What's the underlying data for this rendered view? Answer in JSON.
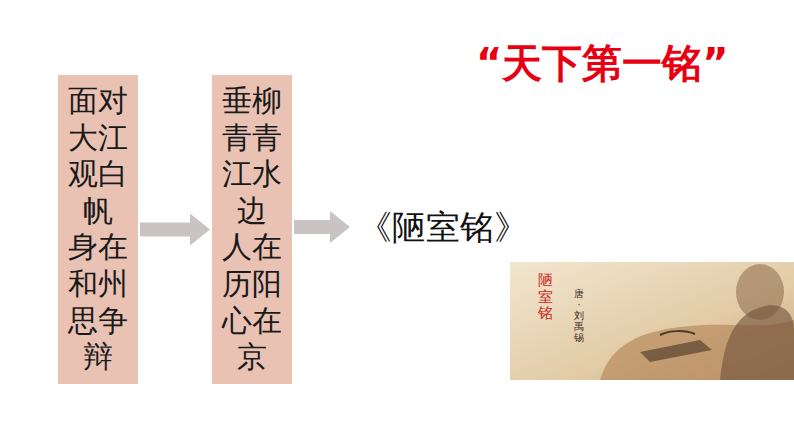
{
  "diagram": {
    "title": "“天下第一铭”",
    "nodes": [
      {
        "text": [
          "面对大江观白帆",
          "身在和州思争辩"
        ]
      },
      {
        "text": [
          "垂柳青青江水边",
          "人在历阳心在京"
        ]
      },
      {
        "text": [
          "《陋室铭》"
        ]
      }
    ],
    "edges": [
      {
        "from": 0,
        "to": 1,
        "arrow": "to"
      },
      {
        "from": 1,
        "to": 2,
        "arrow": "to"
      }
    ],
    "labels": [
      "陋室铭",
      "唐·刘禹锡"
    ]
  }
}
